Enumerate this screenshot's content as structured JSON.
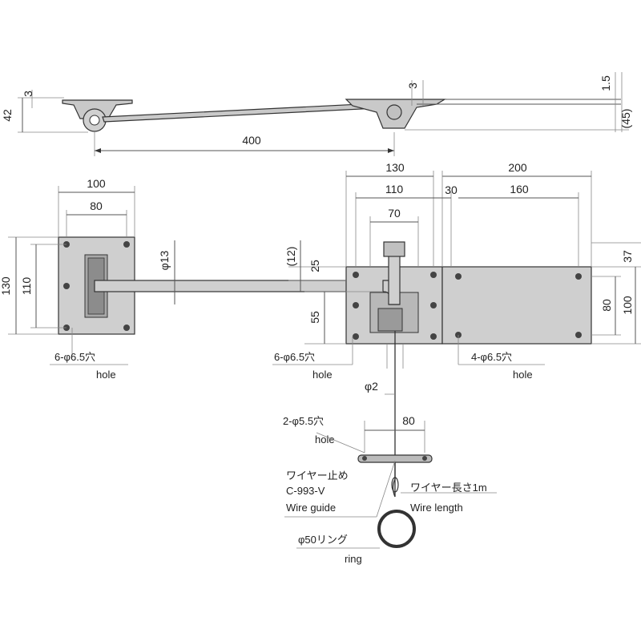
{
  "dimensions": {
    "top_view": {
      "d3_left": "3",
      "d42": "42",
      "d3_mid": "3",
      "d1_5": "1.5",
      "d45": "(45)",
      "d400": "400"
    },
    "left_plate": {
      "d100": "100",
      "d80": "80",
      "d130": "130",
      "d110": "110",
      "d13": "φ13"
    },
    "right_assembly": {
      "d130": "130",
      "d200": "200",
      "d110": "110",
      "d30": "30",
      "d160": "160",
      "d70": "70",
      "d12": "(12)",
      "d25": "25",
      "d55": "55",
      "d37": "37",
      "d80": "80",
      "d100": "100"
    },
    "wire": {
      "d2": "φ2",
      "d80": "80"
    }
  },
  "notes": {
    "left_holes": {
      "jp": "6-φ6.5穴",
      "en": "hole"
    },
    "mid_holes": {
      "jp": "6-φ6.5穴",
      "en": "hole"
    },
    "right_holes": {
      "jp": "4-φ6.5穴",
      "en": "hole"
    },
    "guide_holes": {
      "jp": "2-φ5.5穴",
      "en": "hole"
    },
    "wire_guide": {
      "jp": "ワイヤー止め",
      "code": "C-993-V",
      "en": "Wire guide"
    },
    "wire_length": {
      "jp": "ワイヤー長さ1m",
      "en": "Wire length"
    },
    "ring": {
      "jp": "φ50リング",
      "en": "ring"
    }
  }
}
